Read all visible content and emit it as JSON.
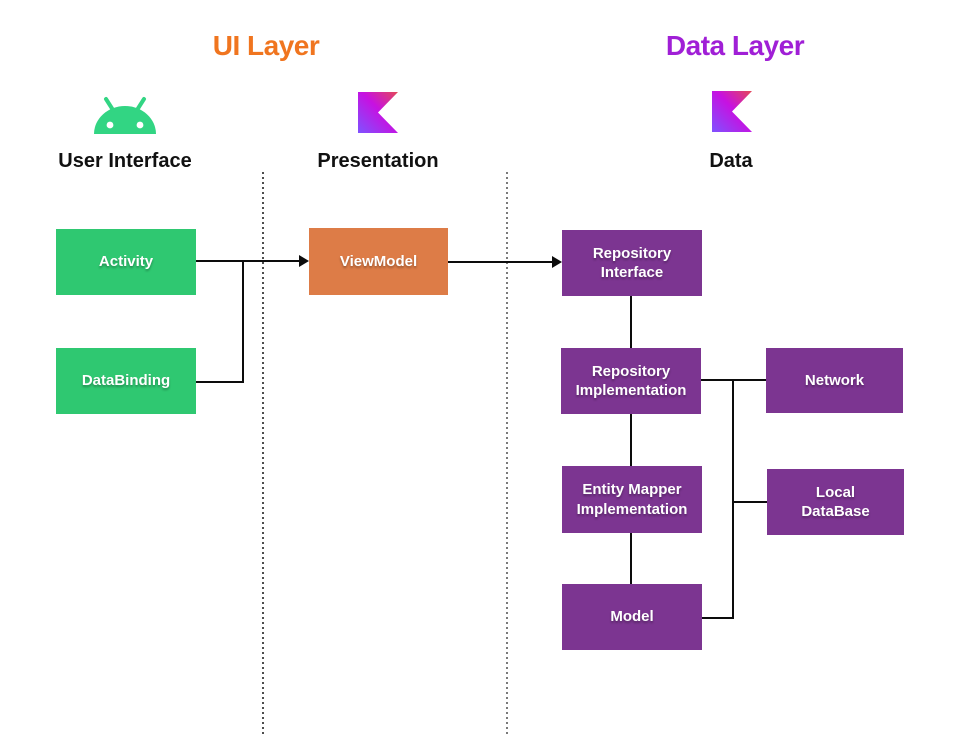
{
  "layers": {
    "ui": {
      "title": "UI Layer",
      "color": "#F0751F"
    },
    "data": {
      "title": "Data Layer",
      "color": "#A01FD6"
    }
  },
  "columns": {
    "user_interface": {
      "label": "User Interface"
    },
    "presentation": {
      "label": "Presentation"
    },
    "data": {
      "label": "Data"
    }
  },
  "nodes": {
    "activity": {
      "label": "Activity",
      "color": "#2FC871"
    },
    "databinding": {
      "label": "DataBinding",
      "color": "#2FC871"
    },
    "viewmodel": {
      "label": "ViewModel",
      "color": "#DD7C47"
    },
    "repository_interface": {
      "label": "Repository\nInterface",
      "color": "#7C3591"
    },
    "repository_implementation": {
      "label": "Repository\nImplementation",
      "color": "#7C3591"
    },
    "network": {
      "label": "Network",
      "color": "#7C3591"
    },
    "entity_mapper_implementation": {
      "label": "Entity Mapper\nImplementation",
      "color": "#7C3591"
    },
    "local_database": {
      "label": "Local\nDataBase",
      "color": "#7C3591"
    },
    "model": {
      "label": "Model",
      "color": "#7C3591"
    }
  },
  "icons": {
    "android_color": "#32D583",
    "kotlin_gradient": "linear-gradient(to bottom left, #E44857 0%, #C711E1 45%, #7F52FF 100%)"
  }
}
